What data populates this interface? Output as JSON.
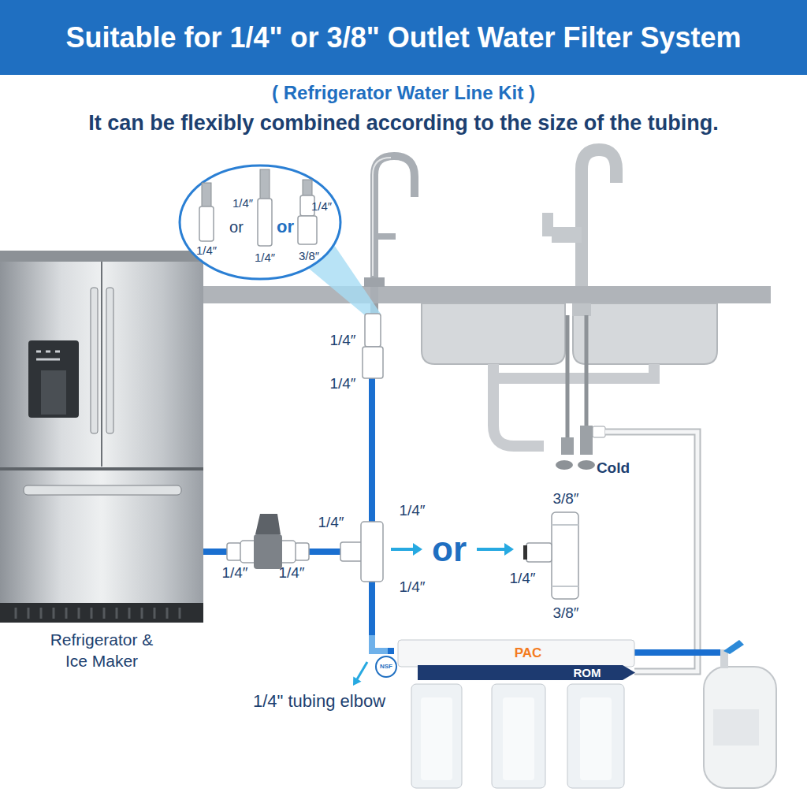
{
  "diagram": {
    "title": "Suitable for 1/4\" or 3/8\" Outlet Water Filter System",
    "nodes": [
      {
        "text": [
          "Refrigerator & Ice Maker"
        ]
      },
      {
        "text": [
          "PAC",
          "ROM"
        ]
      }
    ],
    "edges": [
      {
        "from": 1,
        "to": 0,
        "arrow": "none"
      }
    ],
    "labels": [
      "( Refrigerator Water Line Kit )",
      "It can be flexibly combined according to the size of the tubing.",
      "1/4″",
      "1/4″",
      "or",
      "or",
      "1/4″",
      "1/4″",
      "3/8″",
      "1/4″",
      "1/4″",
      "1/4″",
      "1/4″",
      "1/4″",
      "1/4″",
      "1/4″",
      "or",
      "3/8″",
      "1/4″",
      "3/8″",
      "Cold",
      "1/4\" tubing elbow",
      "NSF"
    ]
  }
}
